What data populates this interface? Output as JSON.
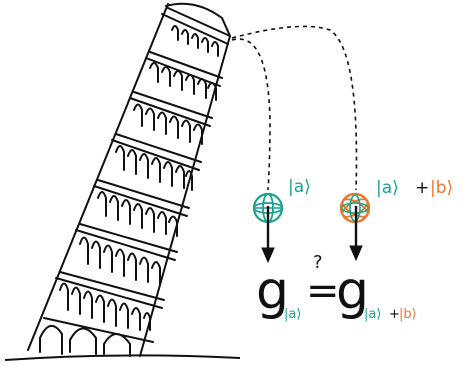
{
  "diagram": {
    "labels": {
      "ket_a_left": "|a⟩",
      "ket_a_right": "|a⟩",
      "plus": "+",
      "ket_b_right": "|b⟩",
      "question_mark": "?",
      "g_left": "g",
      "g_left_sub": "|a⟩",
      "equals": "=",
      "g_right": "g",
      "g_right_sub_a": "|a⟩",
      "g_right_sub_plus": "+",
      "g_right_sub_b": "|b⟩"
    },
    "colors": {
      "ink": "#111111",
      "teal": "#1aa38f",
      "orange": "#e8772e",
      "background": "#ffffff"
    }
  }
}
